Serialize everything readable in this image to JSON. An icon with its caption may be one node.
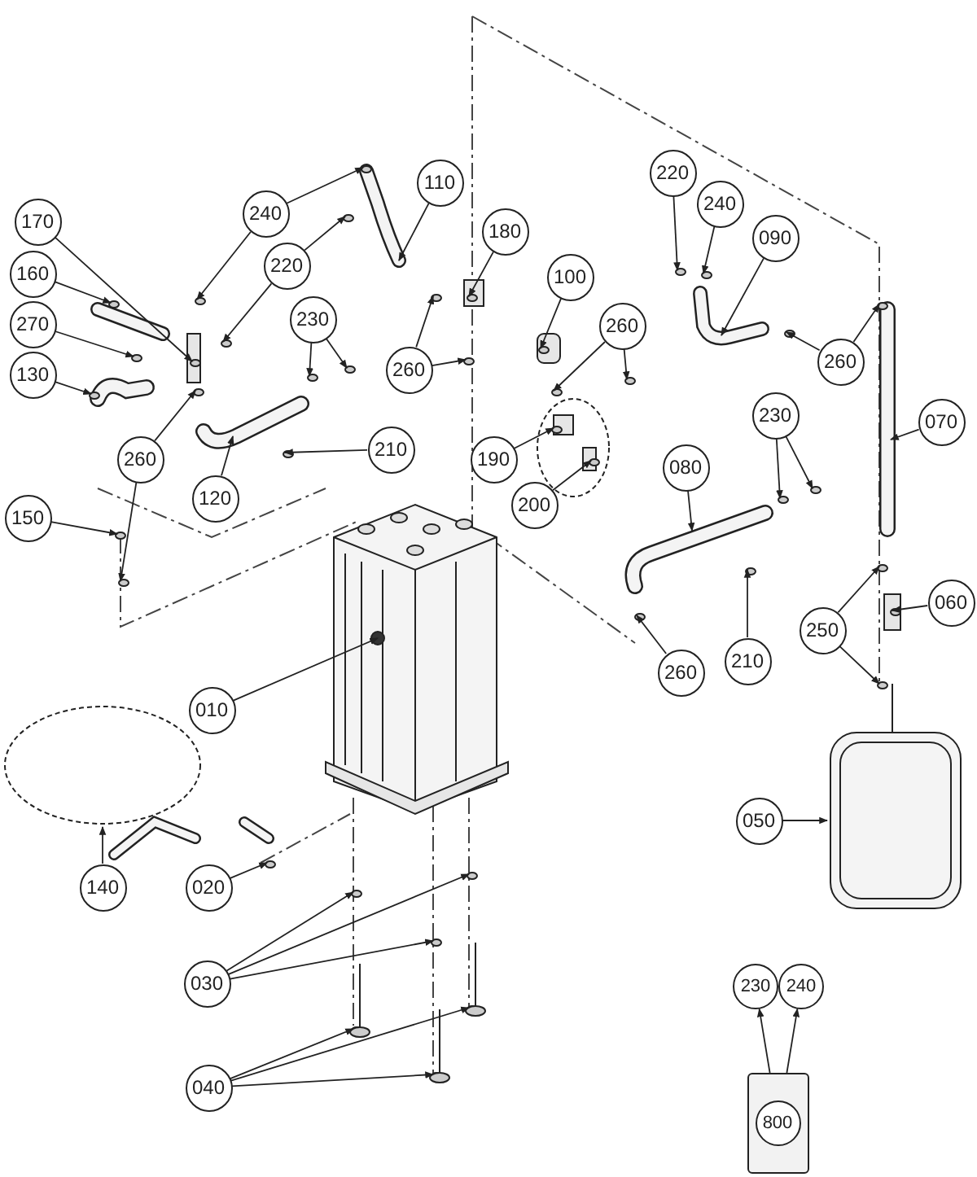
{
  "diagram": {
    "nodes": [
      {
        "text": [
          "170"
        ]
      },
      {
        "text": [
          "240"
        ]
      },
      {
        "text": [
          "110"
        ]
      },
      {
        "text": [
          "160"
        ]
      },
      {
        "text": [
          "220"
        ]
      },
      {
        "text": [
          "180"
        ]
      },
      {
        "text": [
          "220"
        ]
      },
      {
        "text": [
          "240"
        ]
      },
      {
        "text": [
          "090"
        ]
      },
      {
        "text": [
          "270"
        ]
      },
      {
        "text": [
          "230"
        ]
      },
      {
        "text": [
          "100"
        ]
      },
      {
        "text": [
          "260"
        ]
      },
      {
        "text": [
          "130"
        ]
      },
      {
        "text": [
          "260"
        ]
      },
      {
        "text": [
          "260"
        ]
      },
      {
        "text": [
          "210"
        ]
      },
      {
        "text": [
          "260"
        ]
      },
      {
        "text": [
          "190"
        ]
      },
      {
        "text": [
          "120"
        ]
      },
      {
        "text": [
          "200"
        ]
      },
      {
        "text": [
          "070"
        ]
      },
      {
        "text": [
          "080"
        ]
      },
      {
        "text": [
          "230"
        ]
      },
      {
        "text": [
          "150"
        ]
      },
      {
        "text": [
          "060"
        ]
      },
      {
        "text": [
          "250"
        ]
      },
      {
        "text": [
          "210"
        ]
      },
      {
        "text": [
          "260"
        ]
      },
      {
        "text": [
          "010"
        ]
      },
      {
        "text": [
          "050"
        ]
      },
      {
        "text": [
          "140"
        ]
      },
      {
        "text": [
          "020"
        ]
      },
      {
        "text": [
          "030"
        ]
      },
      {
        "text": [
          "040"
        ]
      },
      {
        "text": [],
        "shape": "picture"
      },
      {
        "text": [
          "800"
        ],
        "in": 35
      },
      {
        "text": [
          "230"
        ]
      },
      {
        "text": [
          "240"
        ]
      }
    ],
    "edges": [
      {
        "from": 0,
        "to": null,
        "arrow": "to"
      },
      {
        "from": 1,
        "to": null,
        "arrow": "to"
      },
      {
        "from": 1,
        "to": null,
        "arrow": "to"
      },
      {
        "from": 2,
        "to": null,
        "arrow": "to"
      },
      {
        "from": 3,
        "to": null,
        "arrow": "to"
      },
      {
        "from": 4,
        "to": null,
        "arrow": "to"
      },
      {
        "from": 4,
        "to": null,
        "arrow": "to"
      },
      {
        "from": 5,
        "to": null,
        "arrow": "to"
      },
      {
        "from": 6,
        "to": null,
        "arrow": "to"
      },
      {
        "from": 7,
        "to": null,
        "arrow": "to"
      },
      {
        "from": 8,
        "to": null,
        "arrow": "to"
      },
      {
        "from": 9,
        "to": null,
        "arrow": "to"
      },
      {
        "from": 10,
        "to": null,
        "arrow": "to"
      },
      {
        "from": 10,
        "to": null,
        "arrow": "to"
      },
      {
        "from": 11,
        "to": null,
        "arrow": "to"
      },
      {
        "from": 12,
        "to": null,
        "arrow": "to"
      },
      {
        "from": 12,
        "to": null,
        "arrow": "to"
      },
      {
        "from": 13,
        "to": null,
        "arrow": "to"
      },
      {
        "from": 14,
        "to": null,
        "arrow": "to"
      },
      {
        "from": 14,
        "to": null,
        "arrow": "to"
      },
      {
        "from": 15,
        "to": null,
        "arrow": "to"
      },
      {
        "from": 15,
        "to": null,
        "arrow": "to"
      },
      {
        "from": 16,
        "to": null,
        "arrow": "to"
      },
      {
        "from": 17,
        "to": null,
        "arrow": "to"
      },
      {
        "from": 17,
        "to": null,
        "arrow": "to"
      },
      {
        "from": 18,
        "to": null,
        "arrow": "to"
      },
      {
        "from": 19,
        "to": null,
        "arrow": "to"
      },
      {
        "from": 20,
        "to": null,
        "arrow": "to"
      },
      {
        "from": 21,
        "to": null,
        "arrow": "to"
      },
      {
        "from": 22,
        "to": null,
        "arrow": "to"
      },
      {
        "from": 23,
        "to": null,
        "arrow": "to"
      },
      {
        "from": 23,
        "to": null,
        "arrow": "to"
      },
      {
        "from": 24,
        "to": null,
        "arrow": "to"
      },
      {
        "from": 25,
        "to": null,
        "arrow": "to"
      },
      {
        "from": 26,
        "to": null,
        "arrow": "to"
      },
      {
        "from": 26,
        "to": null,
        "arrow": "to"
      },
      {
        "from": 27,
        "to": null,
        "arrow": "to"
      },
      {
        "from": 28,
        "to": null,
        "arrow": "to"
      },
      {
        "from": 29,
        "to": null,
        "arrow": "to"
      },
      {
        "from": 30,
        "to": null,
        "arrow": "to"
      },
      {
        "from": 31,
        "to": null,
        "arrow": "to"
      },
      {
        "from": 32,
        "to": null,
        "arrow": "to"
      },
      {
        "from": 33,
        "to": null,
        "arrow": "to"
      },
      {
        "from": 33,
        "to": null,
        "arrow": "to"
      },
      {
        "from": 33,
        "to": null,
        "arrow": "to"
      },
      {
        "from": 34,
        "to": null,
        "arrow": "to"
      },
      {
        "from": 34,
        "to": null,
        "arrow": "to"
      },
      {
        "from": 34,
        "to": null,
        "arrow": "to"
      },
      {
        "from": 35,
        "to": 37,
        "arrow": "to"
      },
      {
        "from": 35,
        "to": 38,
        "arrow": "to"
      }
    ]
  }
}
